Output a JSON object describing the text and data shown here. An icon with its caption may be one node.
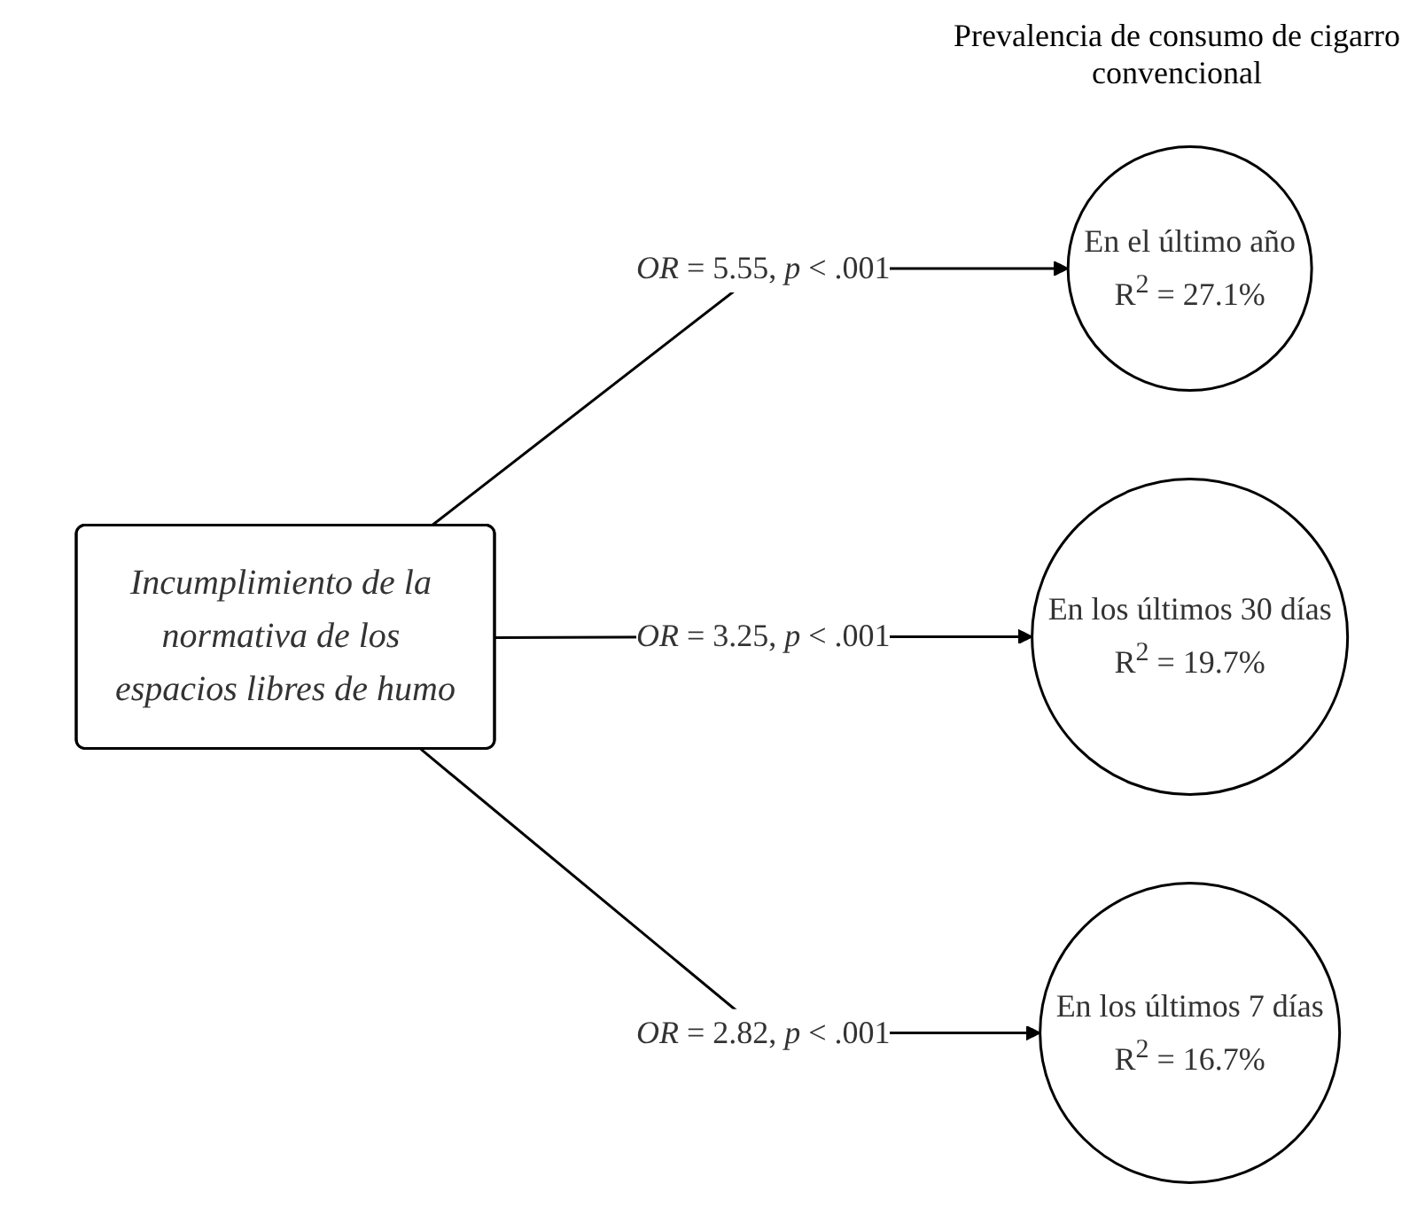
{
  "diagram": {
    "nodes": [
      {
        "text": [
          "Incumplimiento de la normativa de los espacios libres de humo"
        ]
      },
      {
        "text": [
          "En el último año",
          "R$^{2}$ = 27.1%"
        ]
      },
      {
        "text": [
          "En los últimos 30 días",
          "R$^{2}$ = 19.7%"
        ]
      },
      {
        "text": [
          "En los últimos 7 días",
          "R$^{2}$ = 16.7%"
        ]
      }
    ],
    "edges": [
      {
        "from": 0,
        "to": 1,
        "arrow": "to",
        "label": "*OR* = 5.55, *p* < .001"
      },
      {
        "from": 0,
        "to": 2,
        "arrow": "to",
        "label": "*OR* = 3.25, *p* < .001"
      },
      {
        "from": 0,
        "to": 3,
        "arrow": "to",
        "label": "*OR* = 2.82, *p* < .001"
      }
    ],
    "labels": [
      "Prevalencia de consumo de cigarro convencional"
    ]
  }
}
